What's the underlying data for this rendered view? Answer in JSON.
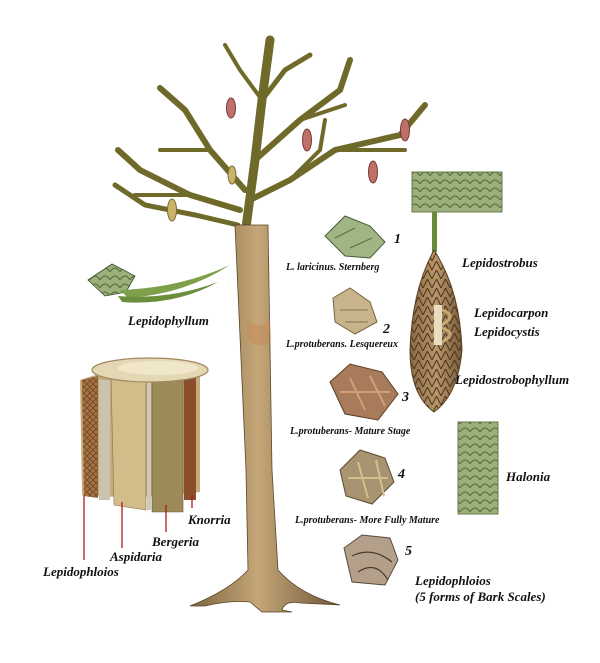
{
  "diagram": {
    "subject": "Lepidodendron tree with bark scale forms, cone and stem anatomy",
    "labels": {
      "lepidophyllum": "Lepidophyllum",
      "lepidostrobus": "Lepidostrobus",
      "lepidocarpon": "Lepidocarpon",
      "lepidocystis": "Lepidocystis",
      "lepidostrobophyllum": "Lepidostrobophyllum",
      "halonia": "Halonia",
      "knorria": "Knorria",
      "bergeria": "Bergeria",
      "aspidaria": "Aspidaria",
      "lepidophloios_stem": "Lepidophloios",
      "lepidophloios_caption_1": "Lepidophloios",
      "lepidophloios_caption_2": "(5 forms of Bark Scales)"
    },
    "bark_scales": [
      {
        "number": "1",
        "caption": "L. laricinus. Sternberg"
      },
      {
        "number": "2",
        "caption": "L.protuberans. Lesquereux"
      },
      {
        "number": "3",
        "caption": "L.protuberans- Mature Stage"
      },
      {
        "number": "4",
        "caption": "L.protuberans- More Fully Mature"
      },
      {
        "number": "5",
        "caption": ""
      }
    ],
    "colors": {
      "foliage": "#7a7a2e",
      "trunk": "#a88a5c",
      "cone_red": "#c0706a",
      "cone_yellow": "#c9b46a",
      "leaf_green": "#8fae6a",
      "pointer_red": "#b01818",
      "text": "#111111"
    }
  }
}
